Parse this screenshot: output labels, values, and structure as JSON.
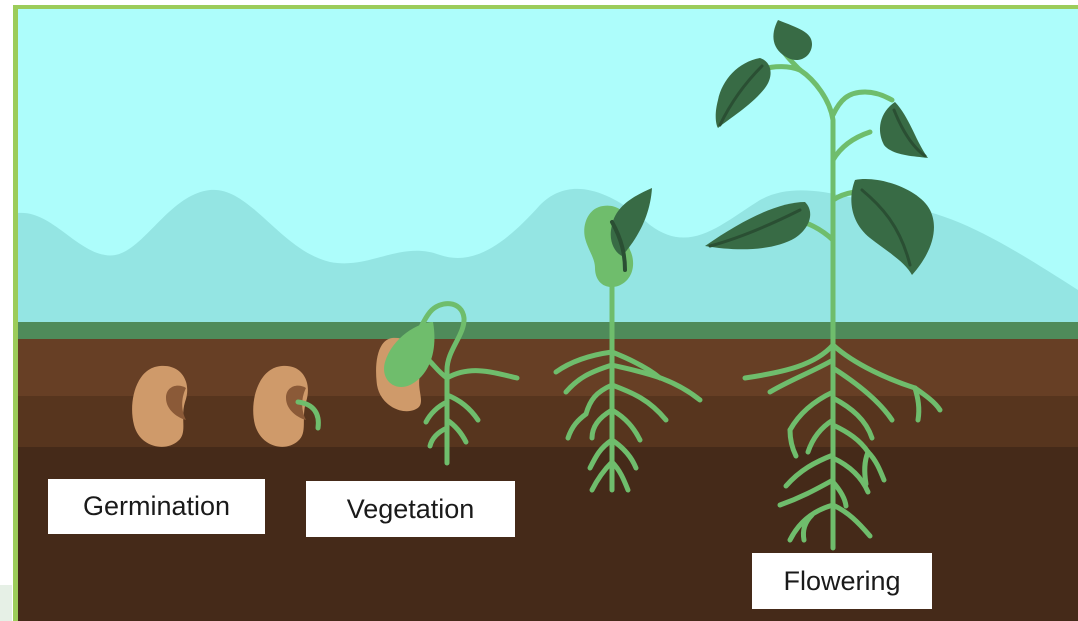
{
  "stages": [
    {
      "id": "germination",
      "label": "Germination"
    },
    {
      "id": "vegetation",
      "label": "Vegetation"
    },
    {
      "id": "flowering",
      "label": "Flowering"
    }
  ],
  "colors": {
    "frame": "#9ccc5a",
    "sky": "#adfdfb",
    "hills": "#94e5e3",
    "grass": "#4f8b5a",
    "soil_top": "#673f25",
    "soil_mid": "#57351e",
    "soil_deep": "#452a19",
    "seed": "#cf9a6a",
    "seed_shadow": "#8b5a38",
    "root": "#6fbd6c",
    "leaf_light": "#6fbd6c",
    "leaf_dark": "#386b45",
    "leaf_vein": "#2a4f33"
  },
  "icons": [
    "seed-icon",
    "sprout-icon",
    "seedling-icon",
    "flowering-plant-icon"
  ]
}
